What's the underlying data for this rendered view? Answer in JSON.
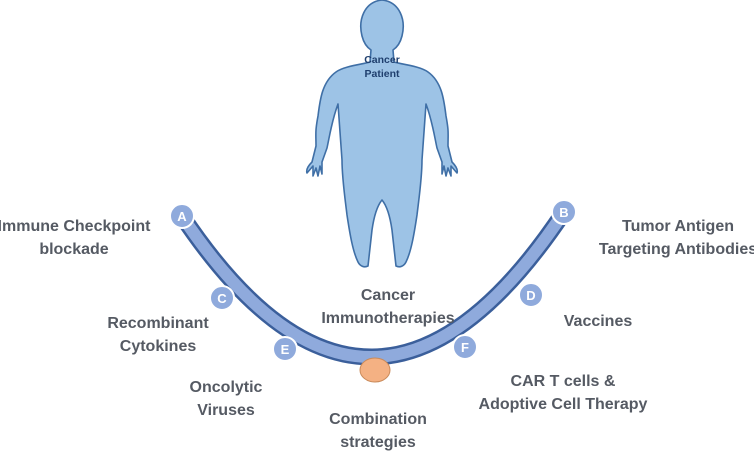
{
  "colors": {
    "body_fill": "#9dc3e6",
    "body_stroke": "#3f6fa6",
    "arc": "#8faadc",
    "arc_edge": "#3b5f9b",
    "node_fill": "#8faadc",
    "node_stroke": "#ffffff",
    "center_node": "#f4b183",
    "label_text": "#555a63"
  },
  "patient": {
    "line1": "Cancer",
    "line2": "Patient"
  },
  "center_label": {
    "line1": "Cancer",
    "line2": "Immunotherapies"
  },
  "nodes": [
    {
      "letter": "A",
      "label_lines": [
        "Immune Checkpoint",
        "blockade"
      ]
    },
    {
      "letter": "B",
      "label_lines": [
        "Tumor Antigen",
        "Targeting Antibodies"
      ]
    },
    {
      "letter": "C",
      "label_lines": [
        "Recombinant",
        "Cytokines"
      ]
    },
    {
      "letter": "D",
      "label_lines": [
        "Vaccines"
      ]
    },
    {
      "letter": "E",
      "label_lines": [
        "Oncolytic",
        "Viruses"
      ]
    },
    {
      "letter": "F",
      "label_lines": [
        "CAR T cells &",
        "Adoptive Cell Therapy"
      ]
    }
  ],
  "combination": {
    "label_lines": [
      "Combination",
      "strategies"
    ]
  }
}
